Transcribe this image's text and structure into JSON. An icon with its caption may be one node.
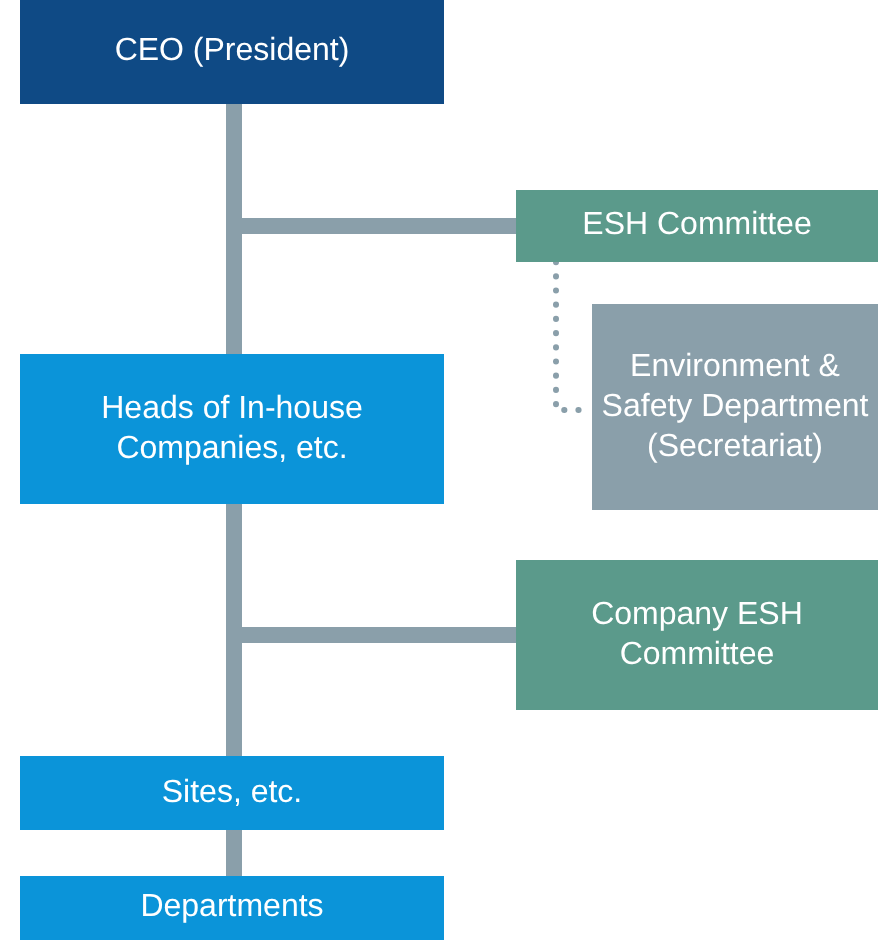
{
  "diagram": {
    "nodes": [
      {
        "text": [
          "CEO (President)"
        ]
      },
      {
        "text": [
          "ESH Committee"
        ]
      },
      {
        "text": [
          "Environment & Safety Department (Secretariat)"
        ]
      },
      {
        "text": [
          "Heads of In-house Companies, etc."
        ]
      },
      {
        "text": [
          "Company ESH Committee"
        ]
      },
      {
        "text": [
          "Sites, etc."
        ]
      },
      {
        "text": [
          "Departments"
        ]
      }
    ],
    "edges": [
      {
        "from": 0,
        "to": 3,
        "arrow": "none"
      },
      {
        "from": 0,
        "to": 1,
        "arrow": "none"
      },
      {
        "from": 1,
        "to": 2,
        "arrow": "none",
        "style": "dashed"
      },
      {
        "from": 3,
        "to": 4,
        "arrow": "none"
      },
      {
        "from": 3,
        "to": 5,
        "arrow": "none"
      },
      {
        "from": 5,
        "to": 6,
        "arrow": "none"
      }
    ]
  }
}
